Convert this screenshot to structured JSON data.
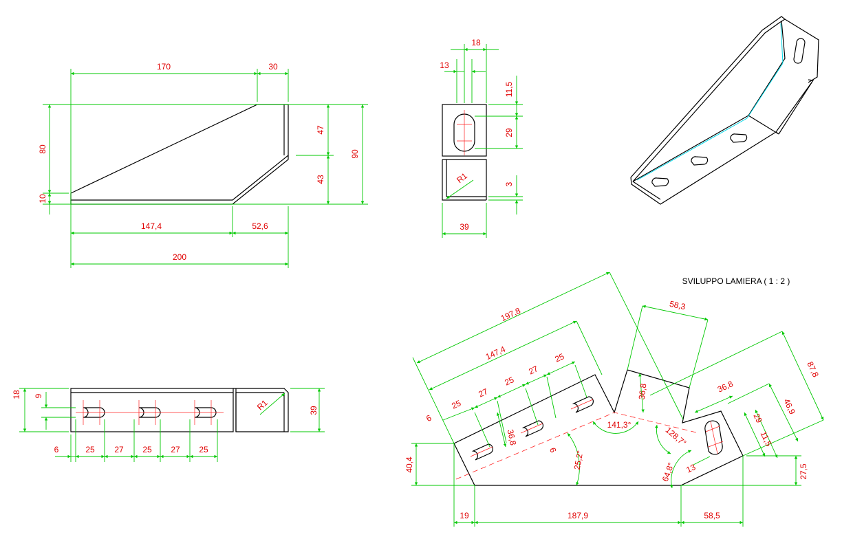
{
  "colors": {
    "part": "#000000",
    "dimension": "#00c800",
    "dim_text": "#e00000",
    "bend_line": "#00d8e8"
  },
  "title": "SVILUPPO LAMIERA ( 1 : 2 )",
  "front": {
    "d170": "170",
    "d30": "30",
    "d80": "80",
    "d10": "10",
    "d47": "47",
    "d43": "43",
    "d90": "90",
    "d147": "147,4",
    "d52": "52,6",
    "d200": "200"
  },
  "side": {
    "d18": "18",
    "d13": "13",
    "d11": "11,5",
    "d29": "29",
    "d3": "3",
    "d39": "39",
    "r1": "R1"
  },
  "bottom": {
    "d18": "18",
    "d9": "9",
    "d6": "6",
    "d25a": "25",
    "d27a": "27",
    "d25b": "25",
    "d27b": "27",
    "d25c": "25",
    "d39": "39",
    "r1": "R1"
  },
  "flat": {
    "d197": "197,8",
    "d147": "147,4",
    "d58_3": "58,3",
    "d87_8": "87,8",
    "d46_9": "46,9",
    "d36_8a": "36,8",
    "d36_8b": "36,8",
    "d36_8c": "36,8",
    "d29": "29",
    "d11_5": "11,5",
    "d25a": "25",
    "d27a": "27",
    "d25b": "25",
    "d27b": "27",
    "d25c": "25",
    "d6a": "6",
    "d6b": "6",
    "a141": "141,3°",
    "a128": "128,7°",
    "a64": "64,8°",
    "a25": "25,2°",
    "d13": "13",
    "d40": "40,4",
    "d27_5": "27,5",
    "d19": "19",
    "d187": "187,9",
    "d58_5": "58,5"
  }
}
